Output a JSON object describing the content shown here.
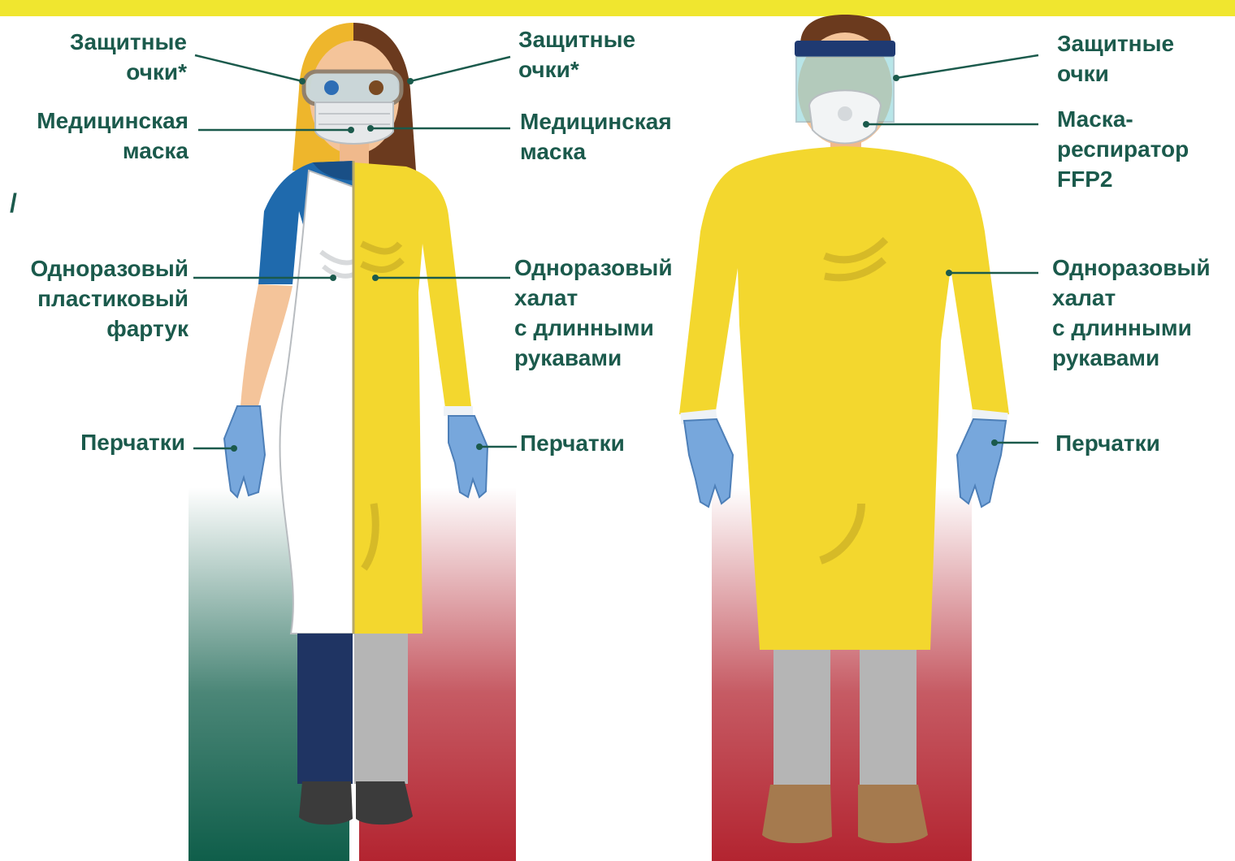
{
  "colors": {
    "accent_bar": "#f0e62f",
    "label_text": "#1b5a4c",
    "low_risk_fade": "#0f5e4a",
    "high_risk_fade": "#b32430",
    "gown_yellow": "#f3d72e",
    "glove_blue": "#77a7dc"
  },
  "left_figure": {
    "left_side_labels": {
      "goggles": "Защитные\nочки*",
      "mask": "Медицинская\nмаска",
      "separator": "/",
      "apron": "Одноразовый\nпластиковый\nфартук",
      "gloves": "Перчатки"
    },
    "right_side_labels": {
      "goggles": "Защитные\nочки*",
      "mask": "Медицинская\nмаска",
      "gown": "Одноразовый\nхалат\nс длинными\nрукавами",
      "gloves": "Перчатки"
    }
  },
  "right_figure": {
    "labels": {
      "goggles": "Защитные\nочки",
      "respirator": "Маска-\nреспиратор\nFFP2",
      "gown": "Одноразовый\nхалат\nс длинными\nрукавами",
      "gloves": "Перчатки"
    }
  }
}
